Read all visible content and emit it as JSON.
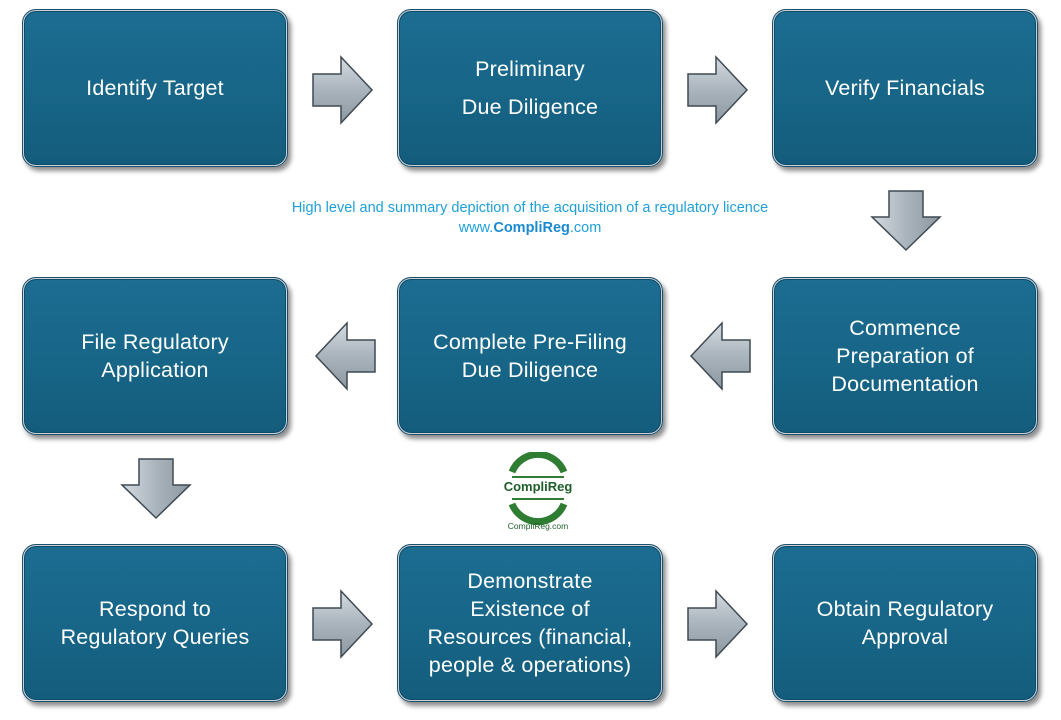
{
  "steps": {
    "identify_target": "Identify Target",
    "preliminary_dd": "Preliminary\nDue Diligence",
    "verify_financials": "Verify Financials",
    "commence_preparation": "Commence\nPreparation of\nDocumentation",
    "complete_prefiling": "Complete Pre-Filing\nDue Diligence",
    "file_application": "File Regulatory\nApplication",
    "respond_queries": "Respond to\nRegulatory Queries",
    "demonstrate_resources": "Demonstrate\nExistence of\nResources (financial,\npeople & operations)",
    "obtain_approval": "Obtain Regulatory\nApproval"
  },
  "caption": {
    "line1": "High level and summary depiction of the acquisition of a regulatory licence",
    "url_prefix": "www.",
    "url_brand": "CompliReg",
    "url_suffix": ".com"
  },
  "logo": {
    "name": "CompliReg",
    "url": "CompliReg.com"
  },
  "colors": {
    "box_fill": "#176587",
    "arrow_fill": "#a9b3bc",
    "caption": "#1fa0d8",
    "logo_green": "#2e7d32"
  }
}
